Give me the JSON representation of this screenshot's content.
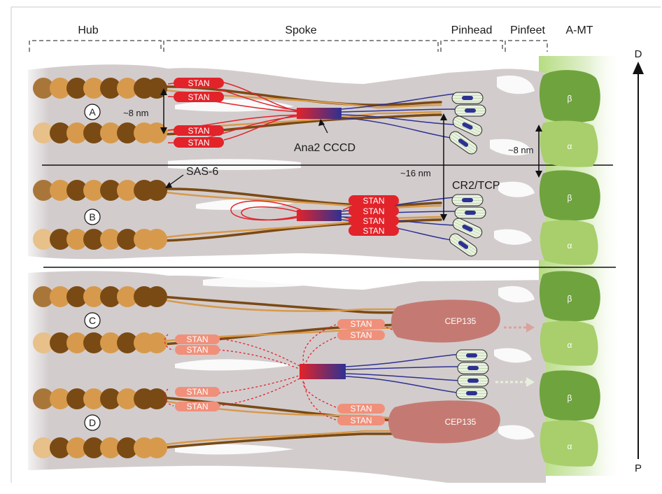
{
  "header": {
    "hub": "Hub",
    "spoke": "Spoke",
    "pinhead": "Pinhead",
    "pinfeet": "Pinfeet",
    "amt": "A-MT"
  },
  "axis": {
    "distal": "D",
    "proximal": "P"
  },
  "rows": {
    "a": "A",
    "b": "B",
    "c": "C",
    "d": "D"
  },
  "labels": {
    "nm8_left": "~8 nm",
    "nm8_right": "~8 nm",
    "nm16": "~16 nm",
    "ana2": "Ana2 CCCD",
    "sas6": "SAS-6",
    "cr2": "CR2/TCP",
    "cep135_top": "CEP135",
    "cep135_bottom": "CEP135",
    "stan": "STAN"
  },
  "tubulin": [
    "β",
    "α",
    "β",
    "α",
    "β",
    "α",
    "β",
    "α"
  ],
  "colors": {
    "background_grey": "#d3cccd",
    "sas6_dark": "#7a4a14",
    "sas6_light": "#d79a4c",
    "stan_red": "#e2232a",
    "stan_salmon": "#f0907a",
    "cccd_blue": "#2e3192",
    "cep135": "#c47a72",
    "tubulin_dark": "#6fa33e",
    "tubulin_light": "#a8cf6b",
    "tcp_green": "#d9e8c7"
  }
}
